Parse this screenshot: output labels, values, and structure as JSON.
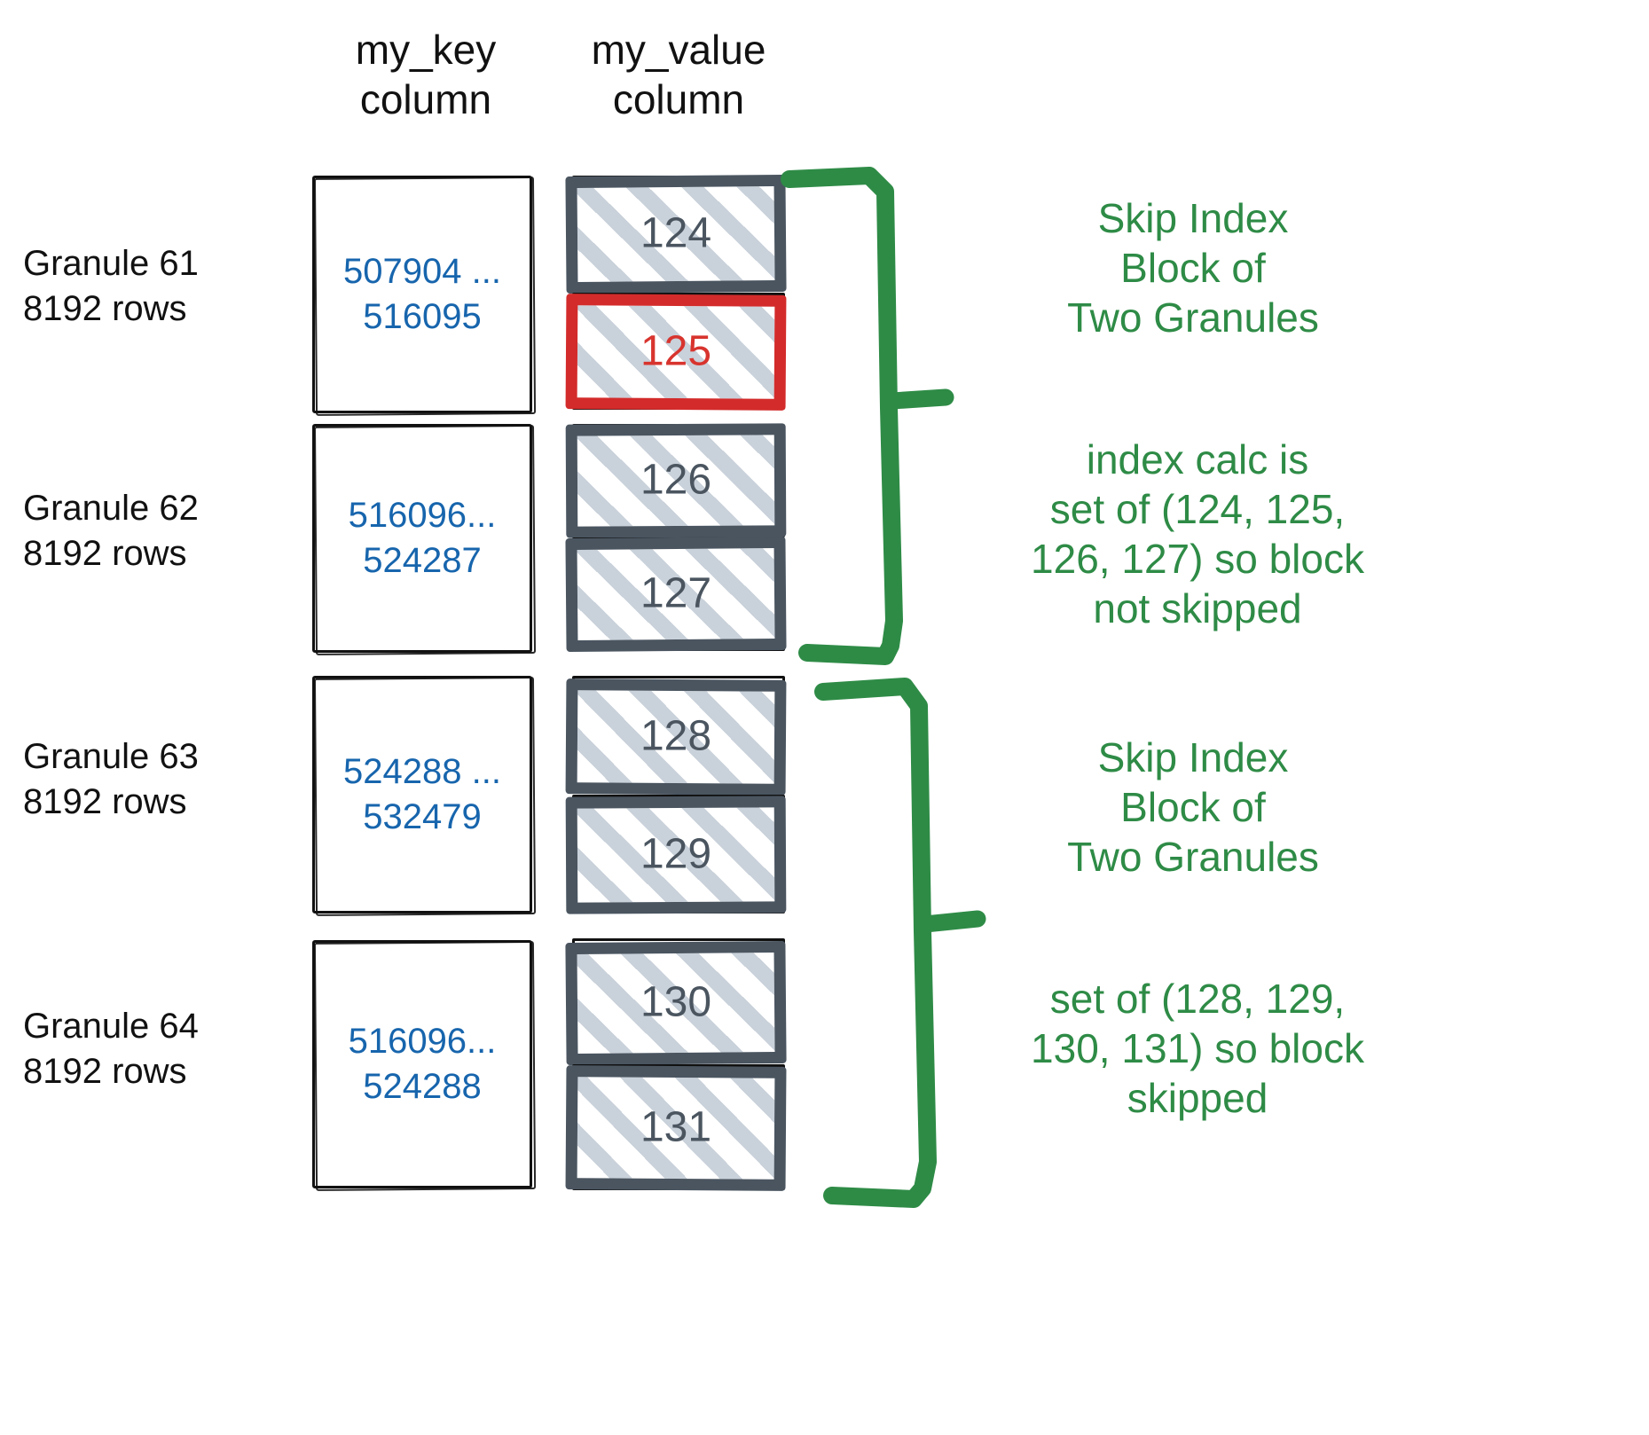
{
  "headers": {
    "key_column": "my_key\ncolumn",
    "value_column": "my_value\ncolumn"
  },
  "granules": [
    {
      "label": "Granule 61\n8192 rows",
      "key_range": "507904 ...\n516095",
      "values": [
        {
          "text": "124",
          "highlighted": false
        },
        {
          "text": "125",
          "highlighted": true
        }
      ]
    },
    {
      "label": "Granule 62\n8192 rows",
      "key_range": "516096...\n524287",
      "values": [
        {
          "text": "126",
          "highlighted": false
        },
        {
          "text": "127",
          "highlighted": false
        }
      ]
    },
    {
      "label": "Granule 63\n8192 rows",
      "key_range": "524288 ...\n532479",
      "values": [
        {
          "text": "128",
          "highlighted": false
        },
        {
          "text": "129",
          "highlighted": false
        }
      ]
    },
    {
      "label": "Granule 64\n8192 rows",
      "key_range": "516096...\n524288",
      "values": [
        {
          "text": "130",
          "highlighted": false
        },
        {
          "text": "131",
          "highlighted": false
        }
      ]
    }
  ],
  "annotations": [
    {
      "id": "block-1-title",
      "text": "Skip Index\nBlock of\nTwo Granules"
    },
    {
      "id": "block-1-note",
      "text": "index calc is\nset of (124, 125,\n126, 127) so block\nnot skipped"
    },
    {
      "id": "block-2-title",
      "text": "Skip Index\nBlock of\nTwo Granules"
    },
    {
      "id": "block-2-note",
      "text": "set of (128, 129,\n130, 131) so block\nskipped"
    }
  ],
  "colors": {
    "key_text": "#1765ad",
    "value_text": "#4a5560",
    "value_border": "#4a5560",
    "highlight": "#d8342e",
    "annotation": "#2e8b46",
    "hatch": "#c9d1da",
    "outline": "#111111"
  }
}
